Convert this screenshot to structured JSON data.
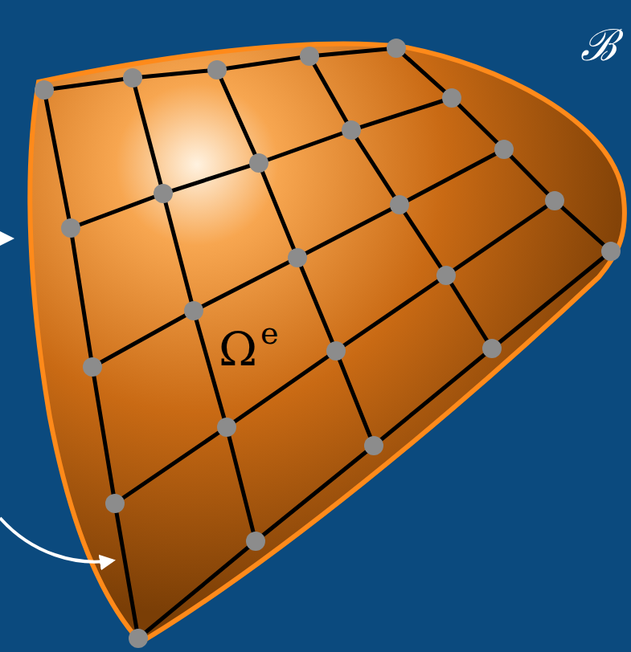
{
  "diagram": {
    "labels": [
      "ℬ",
      "Ω",
      "e"
    ]
  }
}
